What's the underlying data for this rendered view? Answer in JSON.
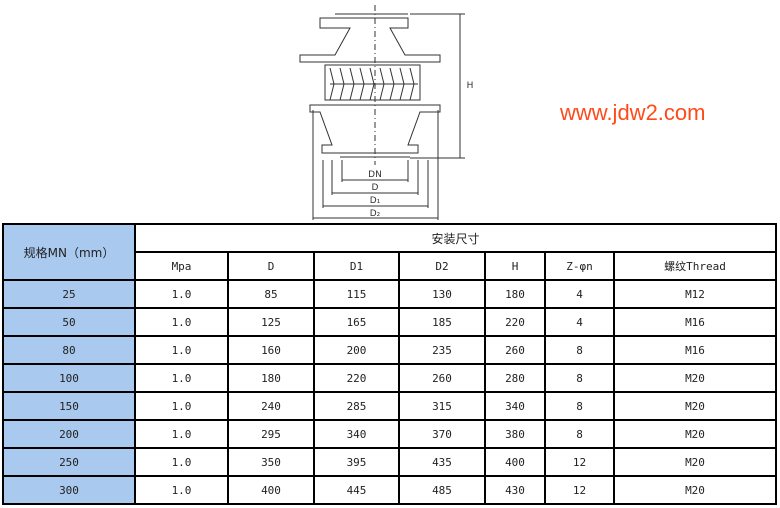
{
  "drawing": {
    "labels": {
      "dn": "DN",
      "d": "D",
      "d1": "D₁",
      "d2": "D₂",
      "h": "H"
    }
  },
  "table": {
    "spec_header": "规格MN（mm）",
    "group_header": "安装尺寸",
    "columns": [
      "Mpa",
      "D",
      "D1",
      "D2",
      "H",
      "Z-φn",
      "螺纹Thread"
    ],
    "rows": [
      [
        "25",
        "1.0",
        "85",
        "115",
        "130",
        "180",
        "4",
        "M12"
      ],
      [
        "50",
        "1.0",
        "125",
        "165",
        "185",
        "220",
        "4",
        "M16"
      ],
      [
        "80",
        "1.0",
        "160",
        "200",
        "235",
        "260",
        "8",
        "M16"
      ],
      [
        "100",
        "1.0",
        "180",
        "220",
        "260",
        "280",
        "8",
        "M20"
      ],
      [
        "150",
        "1.0",
        "240",
        "285",
        "315",
        "340",
        "8",
        "M20"
      ],
      [
        "200",
        "1.0",
        "295",
        "340",
        "370",
        "380",
        "8",
        "M20"
      ],
      [
        "250",
        "1.0",
        "350",
        "395",
        "435",
        "400",
        "12",
        "M20"
      ],
      [
        "300",
        "1.0",
        "400",
        "445",
        "485",
        "430",
        "12",
        "M20"
      ]
    ]
  },
  "watermark": "www.jdw2.com",
  "colors": {
    "spec_column": "#a9c9ef",
    "watermark": "#ff4a1a"
  }
}
